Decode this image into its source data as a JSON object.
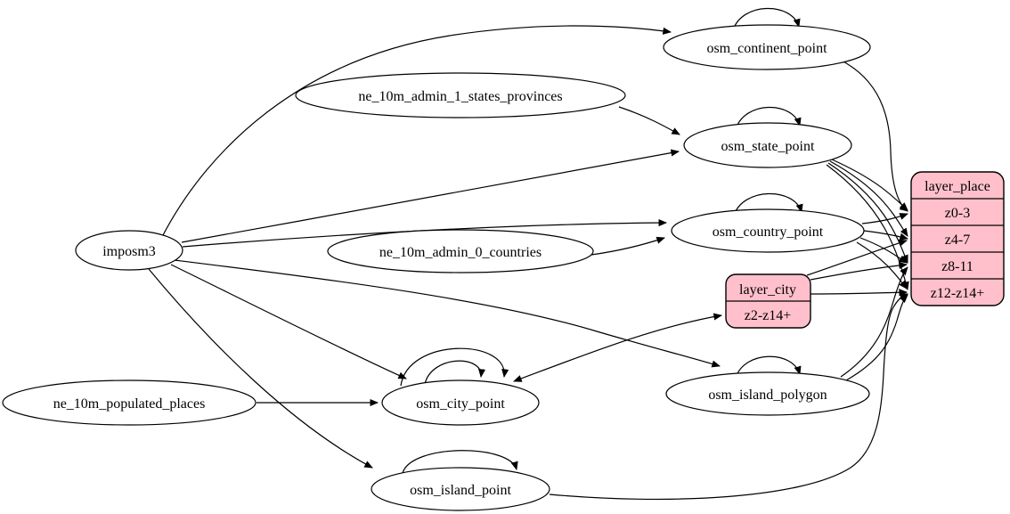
{
  "colors": {
    "background": "#ffffff",
    "table_fill": "#ffffff",
    "layer_fill": "#ffc0cb",
    "stroke": "#000000"
  },
  "nodes": {
    "imposm3": "imposm3",
    "ne_10m_admin_1_states_provinces": "ne_10m_admin_1_states_provinces",
    "ne_10m_admin_0_countries": "ne_10m_admin_0_countries",
    "ne_10m_populated_places": "ne_10m_populated_places",
    "osm_continent_point": "osm_continent_point",
    "osm_state_point": "osm_state_point",
    "osm_country_point": "osm_country_point",
    "osm_city_point": "osm_city_point",
    "osm_island_polygon": "osm_island_polygon",
    "osm_island_point": "osm_island_point"
  },
  "layers": {
    "layer_city": {
      "title": "layer_city",
      "rows": [
        "z2-z14+"
      ]
    },
    "layer_place": {
      "title": "layer_place",
      "rows": [
        "z0-3",
        "z4-7",
        "z8-11",
        "z12-z14+"
      ]
    }
  },
  "edges": [
    {
      "from": "imposm3",
      "to": "osm_continent_point"
    },
    {
      "from": "imposm3",
      "to": "osm_state_point"
    },
    {
      "from": "imposm3",
      "to": "osm_country_point"
    },
    {
      "from": "imposm3",
      "to": "osm_city_point"
    },
    {
      "from": "imposm3",
      "to": "osm_island_polygon"
    },
    {
      "from": "imposm3",
      "to": "osm_island_point"
    },
    {
      "from": "ne_10m_admin_1_states_provinces",
      "to": "osm_state_point"
    },
    {
      "from": "ne_10m_admin_0_countries",
      "to": "osm_country_point"
    },
    {
      "from": "ne_10m_populated_places",
      "to": "osm_city_point"
    },
    {
      "from": "osm_continent_point",
      "to": "osm_continent_point"
    },
    {
      "from": "osm_state_point",
      "to": "osm_state_point"
    },
    {
      "from": "osm_country_point",
      "to": "osm_country_point"
    },
    {
      "from": "osm_city_point",
      "to": "osm_city_point"
    },
    {
      "from": "osm_city_point",
      "to": "osm_city_point"
    },
    {
      "from": "osm_island_polygon",
      "to": "osm_island_polygon"
    },
    {
      "from": "osm_island_point",
      "to": "osm_island_point"
    },
    {
      "from": "osm_continent_point",
      "to": "layer_place",
      "field": "z0-3"
    },
    {
      "from": "osm_state_point",
      "to": "layer_place",
      "field": "z0-3"
    },
    {
      "from": "osm_state_point",
      "to": "layer_place",
      "field": "z4-7"
    },
    {
      "from": "osm_state_point",
      "to": "layer_place",
      "field": "z8-11"
    },
    {
      "from": "osm_state_point",
      "to": "layer_place",
      "field": "z12-z14+"
    },
    {
      "from": "osm_country_point",
      "to": "layer_place",
      "field": "z0-3"
    },
    {
      "from": "osm_country_point",
      "to": "layer_place",
      "field": "z4-7"
    },
    {
      "from": "osm_country_point",
      "to": "layer_place",
      "field": "z8-11"
    },
    {
      "from": "osm_country_point",
      "to": "layer_place",
      "field": "z12-z14+"
    },
    {
      "from": "osm_city_point",
      "to": "layer_city",
      "field": "z2-z14+"
    },
    {
      "from": "layer_city",
      "to": "osm_city_point",
      "field": "z2-z14+"
    },
    {
      "from": "layer_city",
      "to": "layer_place",
      "field": "z4-7"
    },
    {
      "from": "layer_city",
      "to": "layer_place",
      "field": "z8-11"
    },
    {
      "from": "layer_city",
      "to": "layer_place",
      "field": "z12-z14+"
    },
    {
      "from": "osm_island_polygon",
      "to": "layer_place",
      "field": "z8-11"
    },
    {
      "from": "osm_island_polygon",
      "to": "layer_place",
      "field": "z12-z14+"
    },
    {
      "from": "osm_island_point",
      "to": "layer_place",
      "field": "z12-z14+"
    }
  ]
}
